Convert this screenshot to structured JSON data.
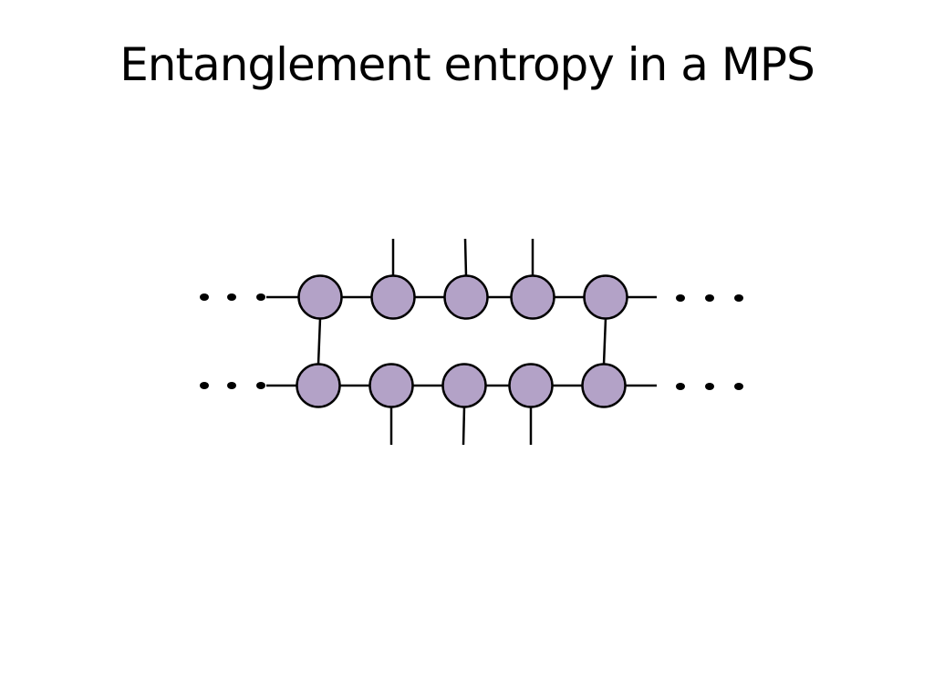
{
  "slide": {
    "title": "Entanglement entropy in a MPS"
  },
  "diagram": {
    "description_type": "tensor-network",
    "node_fill": "#b3a2c7",
    "node_stroke": "#000000",
    "line_color": "#000000",
    "rows": [
      {
        "name": "top-row",
        "node_count": 5,
        "physical_legs": "up",
        "legs_on_nodes": [
          1,
          2,
          3
        ]
      },
      {
        "name": "bottom-row",
        "node_count": 5,
        "physical_legs": "down",
        "legs_on_nodes": [
          1,
          2,
          3
        ]
      }
    ],
    "vertical_contractions_on_nodes": [
      0,
      4
    ],
    "ellipsis_glyph": "• • •"
  }
}
